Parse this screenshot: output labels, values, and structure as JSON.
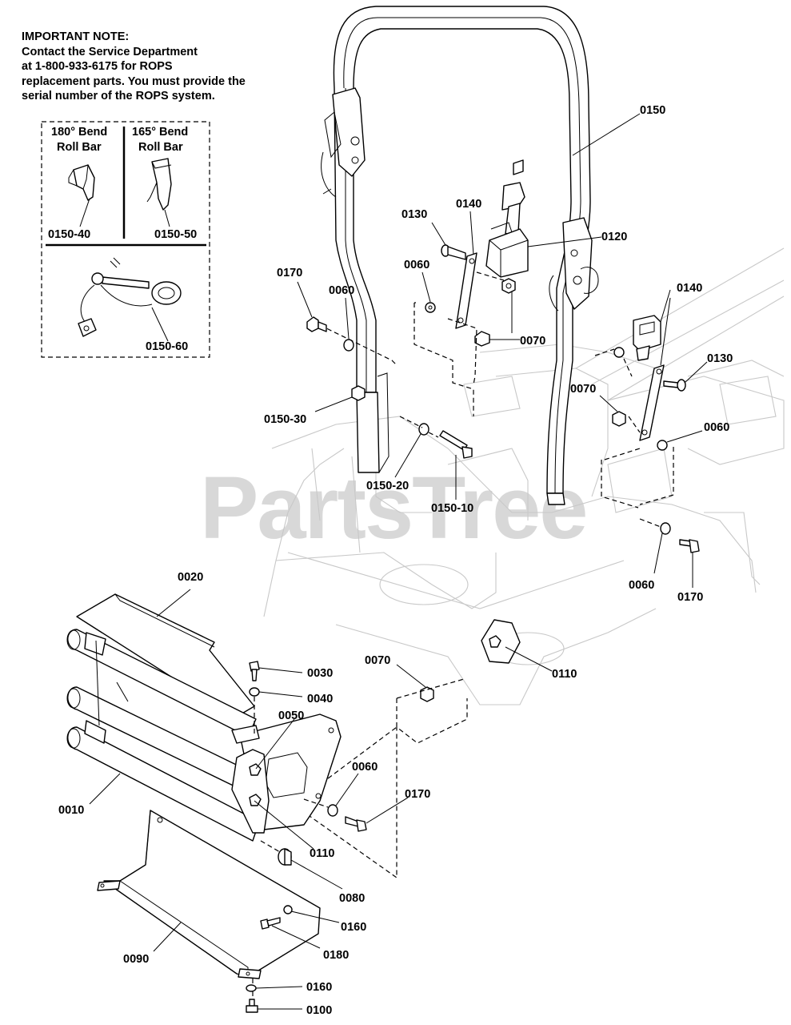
{
  "note": {
    "lines": [
      "IMPORTANT NOTE:",
      "Contact the Service Department",
      "at 1-800-933-6175 for ROPS",
      "replacement parts. You must provide the",
      "serial number of the ROPS system."
    ]
  },
  "inset": {
    "left_title_1": "180° Bend",
    "left_title_2": "Roll Bar",
    "right_title_1": "165° Bend",
    "right_title_2": "Roll Bar",
    "left_part": "0150-40",
    "right_part": "0150-50",
    "pin_part": "0150-60"
  },
  "watermark": "PartsTree",
  "callouts": {
    "c0150": "0150",
    "c0130a": "0130",
    "c0140a": "0140",
    "c0120": "0120",
    "c0170a": "0170",
    "c0060a": "0060",
    "c0060b": "0060",
    "c0070a": "0070",
    "c0140b": "0140",
    "c0130b": "0130",
    "c0070b": "0070",
    "c0060c": "0060",
    "c0150_30": "0150-30",
    "c0150_20": "0150-20",
    "c0150_10": "0150-10",
    "c0060d": "0060",
    "c0170b": "0170",
    "c0020": "0020",
    "c0030": "0030",
    "c0040": "0040",
    "c0050": "0050",
    "c0070c": "0070",
    "c0110a": "0110",
    "c0060e": "0060",
    "c0170c": "0170",
    "c0010": "0010",
    "c0110b": "0110",
    "c0080": "0080",
    "c0160a": "0160",
    "c0180": "0180",
    "c0090": "0090",
    "c0160b": "0160",
    "c0100": "0100"
  }
}
